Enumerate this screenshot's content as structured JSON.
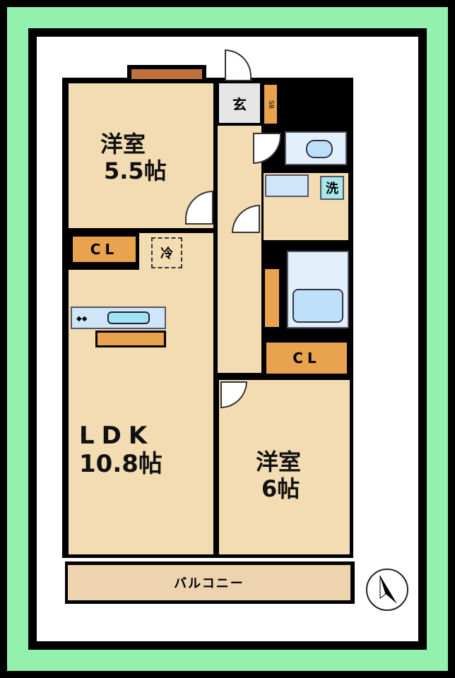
{
  "rooms": {
    "western_room_1": {
      "name": "洋室",
      "size": "5.5帖"
    },
    "ldk": {
      "name": "LDK",
      "size": "10.8帖"
    },
    "western_room_2": {
      "name": "洋室",
      "size": "6帖"
    },
    "balcony": "バルコニー",
    "entrance": "玄",
    "shoe_box": "SB",
    "closet_1": "CL",
    "closet_2": "CL",
    "washer": "洗",
    "fridge": "冷"
  },
  "colors": {
    "frame": "#93f0ad",
    "floor": "#f3dcb2",
    "closet": "#e9a24e",
    "fixture": "#cfe6fa"
  }
}
